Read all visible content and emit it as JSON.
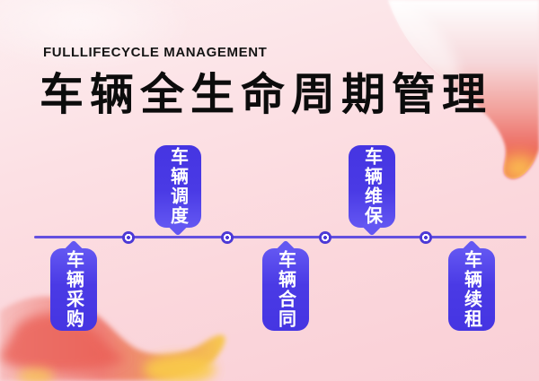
{
  "header": {
    "subtitle": "FULLLIFECYCLE MANAGEMENT",
    "title": "车辆全生命周期管理"
  },
  "timeline": {
    "stages": [
      {
        "label": "车辆采购",
        "position": "below"
      },
      {
        "label": "车辆调度",
        "position": "above"
      },
      {
        "label": "车辆合同",
        "position": "below"
      },
      {
        "label": "车辆维保",
        "position": "above"
      },
      {
        "label": "车辆续租",
        "position": "below"
      }
    ],
    "connector_nodes": 4
  },
  "colors": {
    "background_pink": "#fbd7dc",
    "bubble_purple": "#4535e2",
    "bubble_purple_light": "#6357f2",
    "timeline_line": "#6450df",
    "title_text": "#0c0c0c",
    "bubble_text": "#ffffff",
    "accent_red": "#ea5a50",
    "accent_yellow": "#f9cb4a"
  }
}
